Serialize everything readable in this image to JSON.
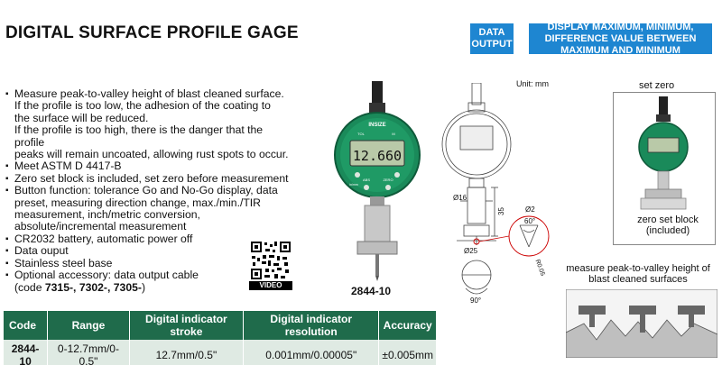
{
  "title": "DIGITAL SURFACE PROFILE GAGE",
  "badges": {
    "data_output": "DATA OUTPUT",
    "display_text": "DISPLAY MAXIMUM, MINIMUM, DIFFERENCE VALUE BETWEEN MAXIMUM AND MINIMUM"
  },
  "features": [
    {
      "lines": [
        "Measure peak-to-valley height of blast cleaned surface.",
        "If the profile is too low, the adhesion of the coating to",
        "the surface will be reduced.",
        "If the profile is too high, there is the danger that the profile",
        "peaks will remain uncoated, allowing rust spots to occur."
      ]
    },
    {
      "lines": [
        "Meet ASTM D 4417-B"
      ]
    },
    {
      "lines": [
        "Zero set block is included, set zero before measurement"
      ]
    },
    {
      "lines": [
        "Button function: tolerance Go and No-Go display, data",
        "preset, measuring direction change, max./min./TIR",
        "measurement, inch/metric conversion,",
        "absolute/incremental measurement"
      ]
    },
    {
      "lines": [
        "CR2032 battery, automatic power off"
      ]
    },
    {
      "lines": [
        "Data ouput"
      ]
    },
    {
      "lines": [
        "Stainless steel base"
      ]
    },
    {
      "lines": [
        "Optional accessory: data output cable"
      ]
    }
  ],
  "accessory_codes": {
    "prefix": "(code ",
    "codes": "7315-, 7302-, 7305-",
    "suffix": ")"
  },
  "qr_label": "VIDEO",
  "product": {
    "model": "2844-10",
    "display_reading": "12.660",
    "brand": "INSIZE",
    "buttons": [
      "TOL",
      "M",
      "ABS",
      "ZERO",
      "in/mm"
    ]
  },
  "drawing": {
    "unit": "Unit: mm",
    "dims": {
      "shaft_dia": "Ø16",
      "height": "35",
      "base_dia": "Ø25",
      "tip_dia": "Ø2",
      "tip_angle": "60°",
      "tip_radius": "R0.05",
      "base_angle": "90°"
    }
  },
  "set_zero": {
    "title": "set zero",
    "caption": "zero set block (included)"
  },
  "measure": {
    "caption": "measure peak-to-valley height of blast cleaned surfaces"
  },
  "table": {
    "headers": [
      "Code",
      "Range",
      "Digital indicator stroke",
      "Digital indicator resolution",
      "Accuracy"
    ],
    "rows": [
      [
        "2844-10",
        "0-12.7mm/0-0.5\"",
        "12.7mm/0.5\"",
        "0.001mm/0.00005\"",
        "±0.005mm"
      ]
    ]
  },
  "colors": {
    "badge_blue": "#1e86d1",
    "table_header_green": "#1f6b4b",
    "table_row_bg": "#dfeae3",
    "gauge_green": "#1a8a5a"
  }
}
